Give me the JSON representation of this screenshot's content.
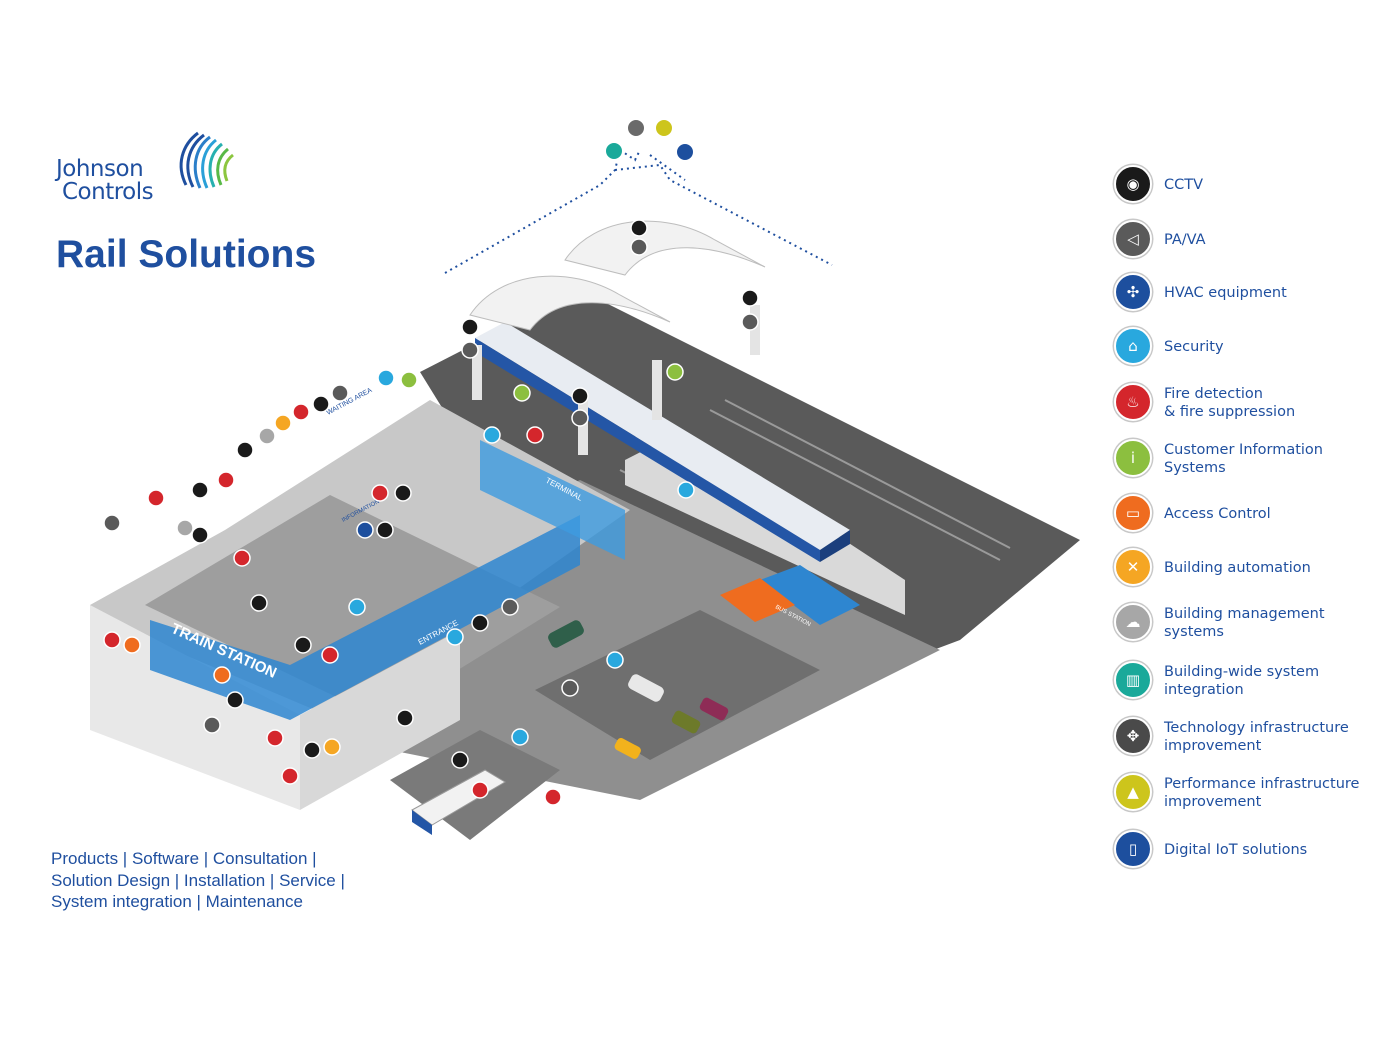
{
  "brand": {
    "line1": "Johnson",
    "line2": "Controls"
  },
  "title": "Rail Solutions",
  "services": [
    "Products | Software | Consultation |",
    "Solution Design | Installation | Service |",
    "System integration | Maintenance"
  ],
  "scene": {
    "labels": {
      "train_station": "TRAIN STATION",
      "entrance": "ENTRANCE",
      "terminal": "TERMINAL",
      "waiting_area": "WAITING AREA",
      "information": "INFORMATION",
      "bus_station": "BUS STATION"
    }
  },
  "legend": [
    {
      "id": "cctv",
      "label": "CCTV",
      "color": "#1a1a1a",
      "icon": "camera-icon"
    },
    {
      "id": "pava",
      "label": "PA/VA",
      "color": "#5a5a5a",
      "icon": "speaker-icon"
    },
    {
      "id": "hvac",
      "label": "HVAC equipment",
      "color": "#1d4f9e",
      "icon": "fan-icon"
    },
    {
      "id": "security",
      "label": "Security",
      "color": "#29a8de",
      "icon": "lock-icon"
    },
    {
      "id": "fire",
      "label": "Fire detection\n& fire suppression",
      "color": "#d4262c",
      "icon": "flame-icon"
    },
    {
      "id": "cis",
      "label": "Customer Information\nSystems",
      "color": "#8cbf3f",
      "icon": "info-icon"
    },
    {
      "id": "access",
      "label": "Access Control",
      "color": "#ef6c1f",
      "icon": "card-icon"
    },
    {
      "id": "automation",
      "label": "Building automation",
      "color": "#f5a623",
      "icon": "tools-icon"
    },
    {
      "id": "bms",
      "label": "Building management\nsystems",
      "color": "#a7a7a7",
      "icon": "cloud-icon"
    },
    {
      "id": "integration",
      "label": "Building-wide system\nintegration",
      "color": "#1aa99a",
      "icon": "buildings-icon"
    },
    {
      "id": "tech",
      "label": "Technology infrastructure\nimprovement",
      "color": "#4a4a4a",
      "icon": "network-icon"
    },
    {
      "id": "perf",
      "label": "Performance infrastructure\nimprovement",
      "color": "#cdc51c",
      "icon": "chart-icon"
    },
    {
      "id": "iot",
      "label": "Digital IoT solutions",
      "color": "#1d4f9e",
      "icon": "phone-icon"
    }
  ]
}
